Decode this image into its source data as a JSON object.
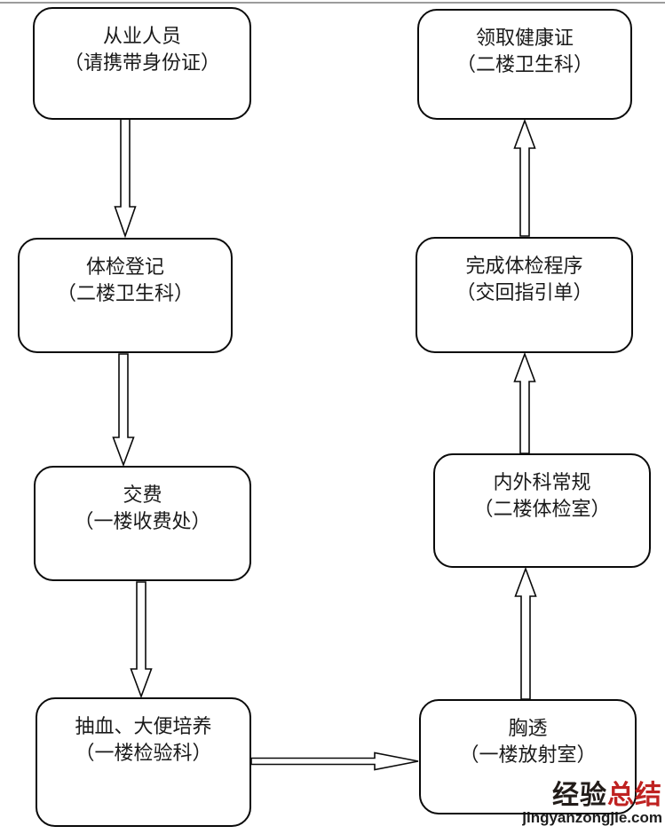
{
  "flowchart": {
    "nodes": [
      {
        "id": "practitioners",
        "line1": "从业人员",
        "line2": "（请携带身份证）"
      },
      {
        "id": "registration",
        "line1": "体检登记",
        "line2": "（二楼卫生科）"
      },
      {
        "id": "payment",
        "line1": "交费",
        "line2": "（一楼收费处）"
      },
      {
        "id": "blood-stool-test",
        "line1": "抽血、大便培养",
        "line2": "（一楼检验科）"
      },
      {
        "id": "chest-xray",
        "line1": "胸透",
        "line2": "（一楼放射室）"
      },
      {
        "id": "routine-exam",
        "line1": "内外科常规",
        "line2": "（二楼体检室）"
      },
      {
        "id": "complete-procedure",
        "line1": "完成体检程序",
        "line2": "（交回指引单）"
      },
      {
        "id": "receive-certificate",
        "line1": "领取健康证",
        "line2": "（二楼卫生科）"
      }
    ],
    "edges": [
      {
        "from": "practitioners",
        "to": "registration",
        "direction": "down"
      },
      {
        "from": "registration",
        "to": "payment",
        "direction": "down"
      },
      {
        "from": "payment",
        "to": "blood-stool-test",
        "direction": "down"
      },
      {
        "from": "blood-stool-test",
        "to": "chest-xray",
        "direction": "right"
      },
      {
        "from": "chest-xray",
        "to": "routine-exam",
        "direction": "up"
      },
      {
        "from": "routine-exam",
        "to": "complete-procedure",
        "direction": "up"
      },
      {
        "from": "complete-procedure",
        "to": "receive-certificate",
        "direction": "up"
      }
    ]
  },
  "watermark": {
    "brand_primary": "经验",
    "brand_accent": "总结",
    "site_url": "jingyanzongjie.com",
    "accent_color": "#bf2221",
    "primary_color": "#221c19"
  },
  "colors": {
    "node_border": "#0a0a0a",
    "node_fill": "#ffffff",
    "background": "#ffffff",
    "top_rule": "#9c9c9c"
  }
}
